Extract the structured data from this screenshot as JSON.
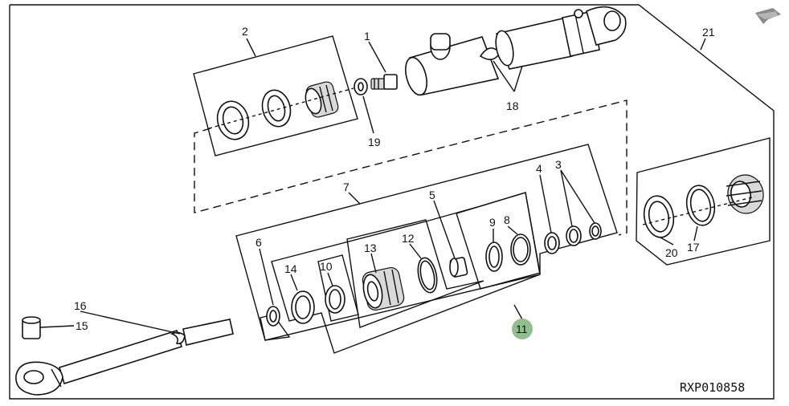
{
  "diagram": {
    "reference_code": "RXP010858",
    "highlighted_callout": "11",
    "highlight_color": "#8fbf8f",
    "nav_icon": "arrow-right-icon",
    "callouts": {
      "c1": "1",
      "c2": "2",
      "c3": "3",
      "c4": "4",
      "c5": "5",
      "c6": "6",
      "c7": "7",
      "c8": "8",
      "c9": "9",
      "c10": "10",
      "c11": "11",
      "c12": "12",
      "c13": "13",
      "c14": "14",
      "c15": "15",
      "c16": "16",
      "c17": "17",
      "c18": "18",
      "c19": "19",
      "c20": "20",
      "c21": "21"
    }
  }
}
